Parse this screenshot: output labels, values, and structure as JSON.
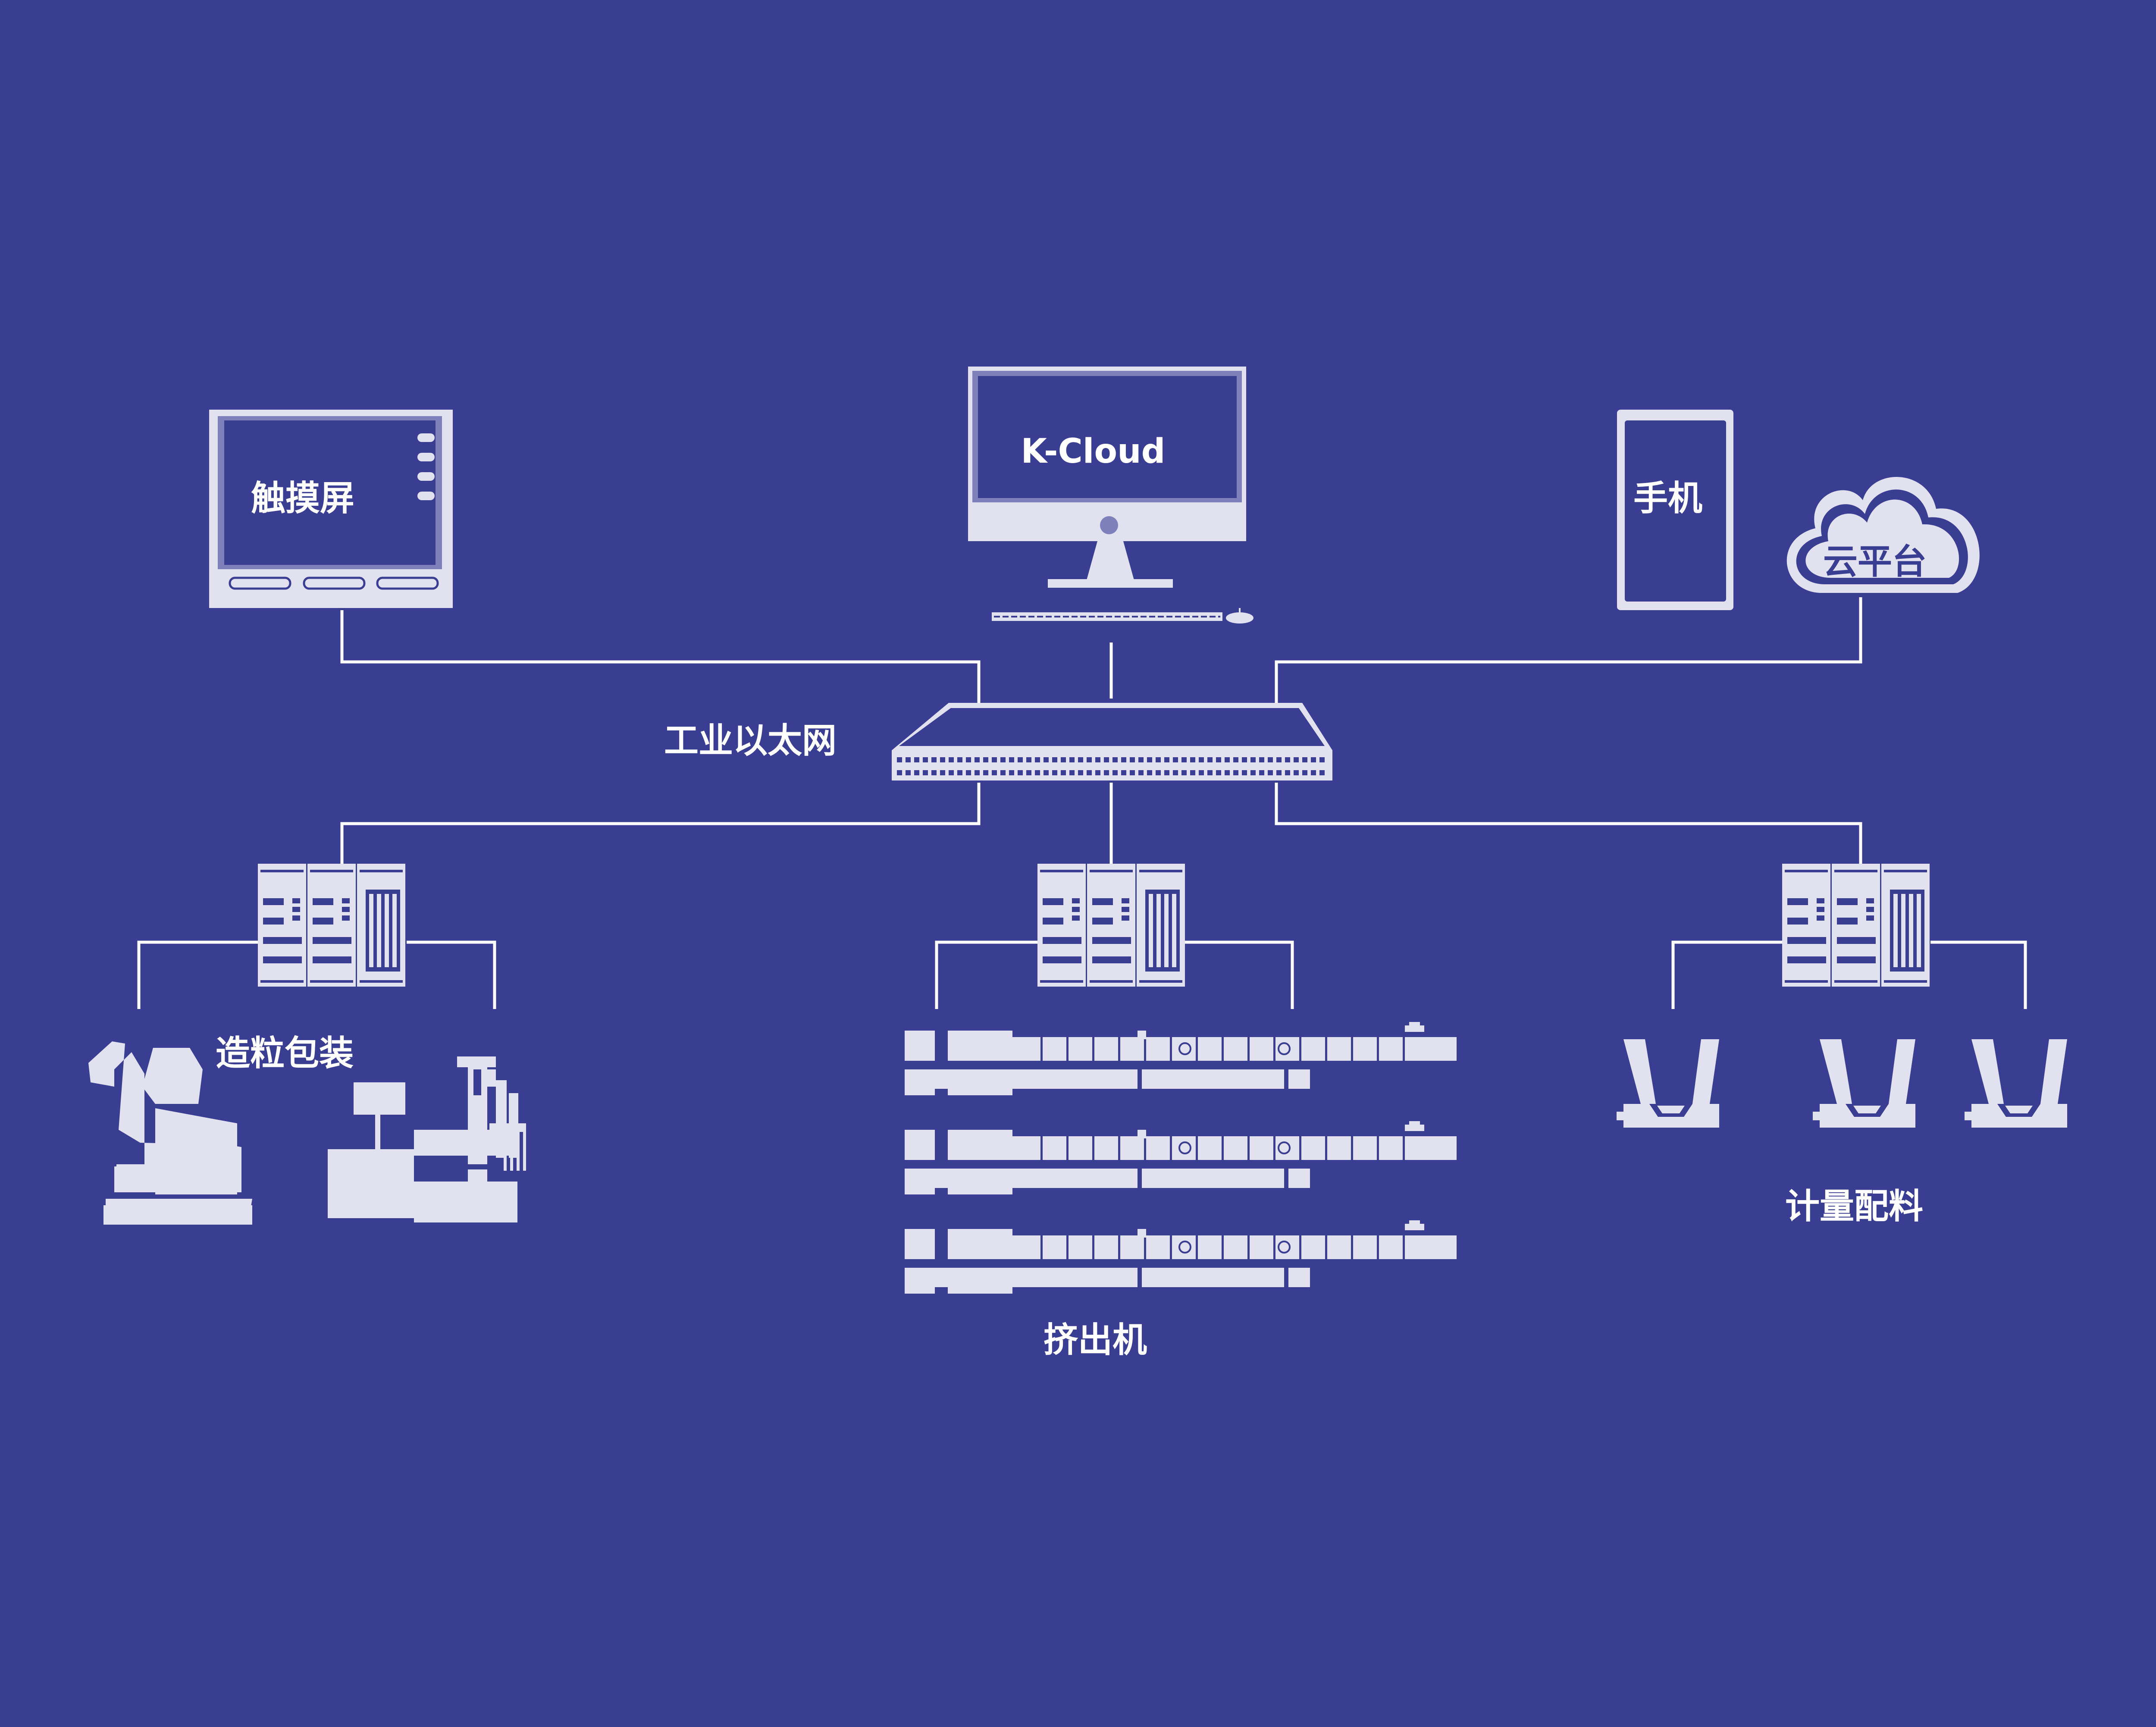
{
  "colors": {
    "background": "#3a3e93",
    "device": "#e2e1ef",
    "screen": "#3a3e93",
    "screen_border": "#7e80bb",
    "line": "#ffffff"
  },
  "devices": {
    "touchscreen": {
      "label": "触摸屏",
      "icon": "touchscreen-icon"
    },
    "computer": {
      "label": "K-Cloud",
      "icon": "monitor-icon"
    },
    "phone": {
      "label": "手机",
      "icon": "phone-icon"
    },
    "cloud": {
      "label": "云平台",
      "icon": "cloud-icon"
    }
  },
  "network": {
    "label": "工业以太网",
    "icon": "network-switch-icon"
  },
  "stations": {
    "packaging": {
      "label": "造粒包装",
      "controller_icon": "plc-rack-icon",
      "machine_icons": [
        "robot-arm-icon",
        "packaging-machine-icon"
      ]
    },
    "extruder": {
      "label": "挤出机",
      "controller_icon": "plc-rack-icon",
      "machine_icons": [
        "extruder-icon",
        "extruder-icon",
        "extruder-icon"
      ]
    },
    "dosing": {
      "label": "计量配料",
      "controller_icon": "plc-rack-icon",
      "machine_icons": [
        "hopper-icon",
        "hopper-icon",
        "hopper-icon"
      ]
    }
  }
}
